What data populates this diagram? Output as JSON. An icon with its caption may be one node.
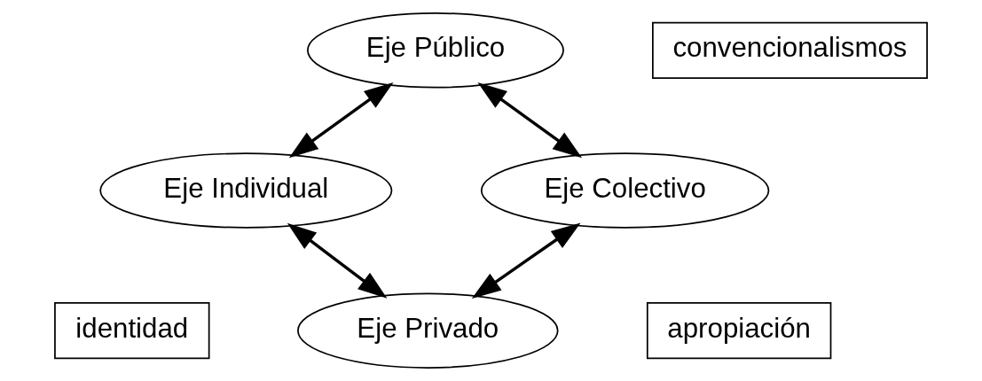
{
  "diagram": {
    "nodes": [
      {
        "text": [
          "Eje Público"
        ]
      },
      {
        "text": [
          "convencionalismos"
        ]
      },
      {
        "text": [
          "Eje Individual"
        ]
      },
      {
        "text": [
          "Eje Colectivo"
        ]
      },
      {
        "text": [
          "identidad"
        ]
      },
      {
        "text": [
          "Eje Privado"
        ]
      },
      {
        "text": [
          "apropiación"
        ]
      }
    ],
    "edges": [
      {
        "from": 2,
        "to": 0,
        "arrow": "both"
      },
      {
        "from": 0,
        "to": 3,
        "arrow": "both"
      },
      {
        "from": 2,
        "to": 5,
        "arrow": "both"
      },
      {
        "from": 5,
        "to": 3,
        "arrow": "both"
      }
    ]
  }
}
